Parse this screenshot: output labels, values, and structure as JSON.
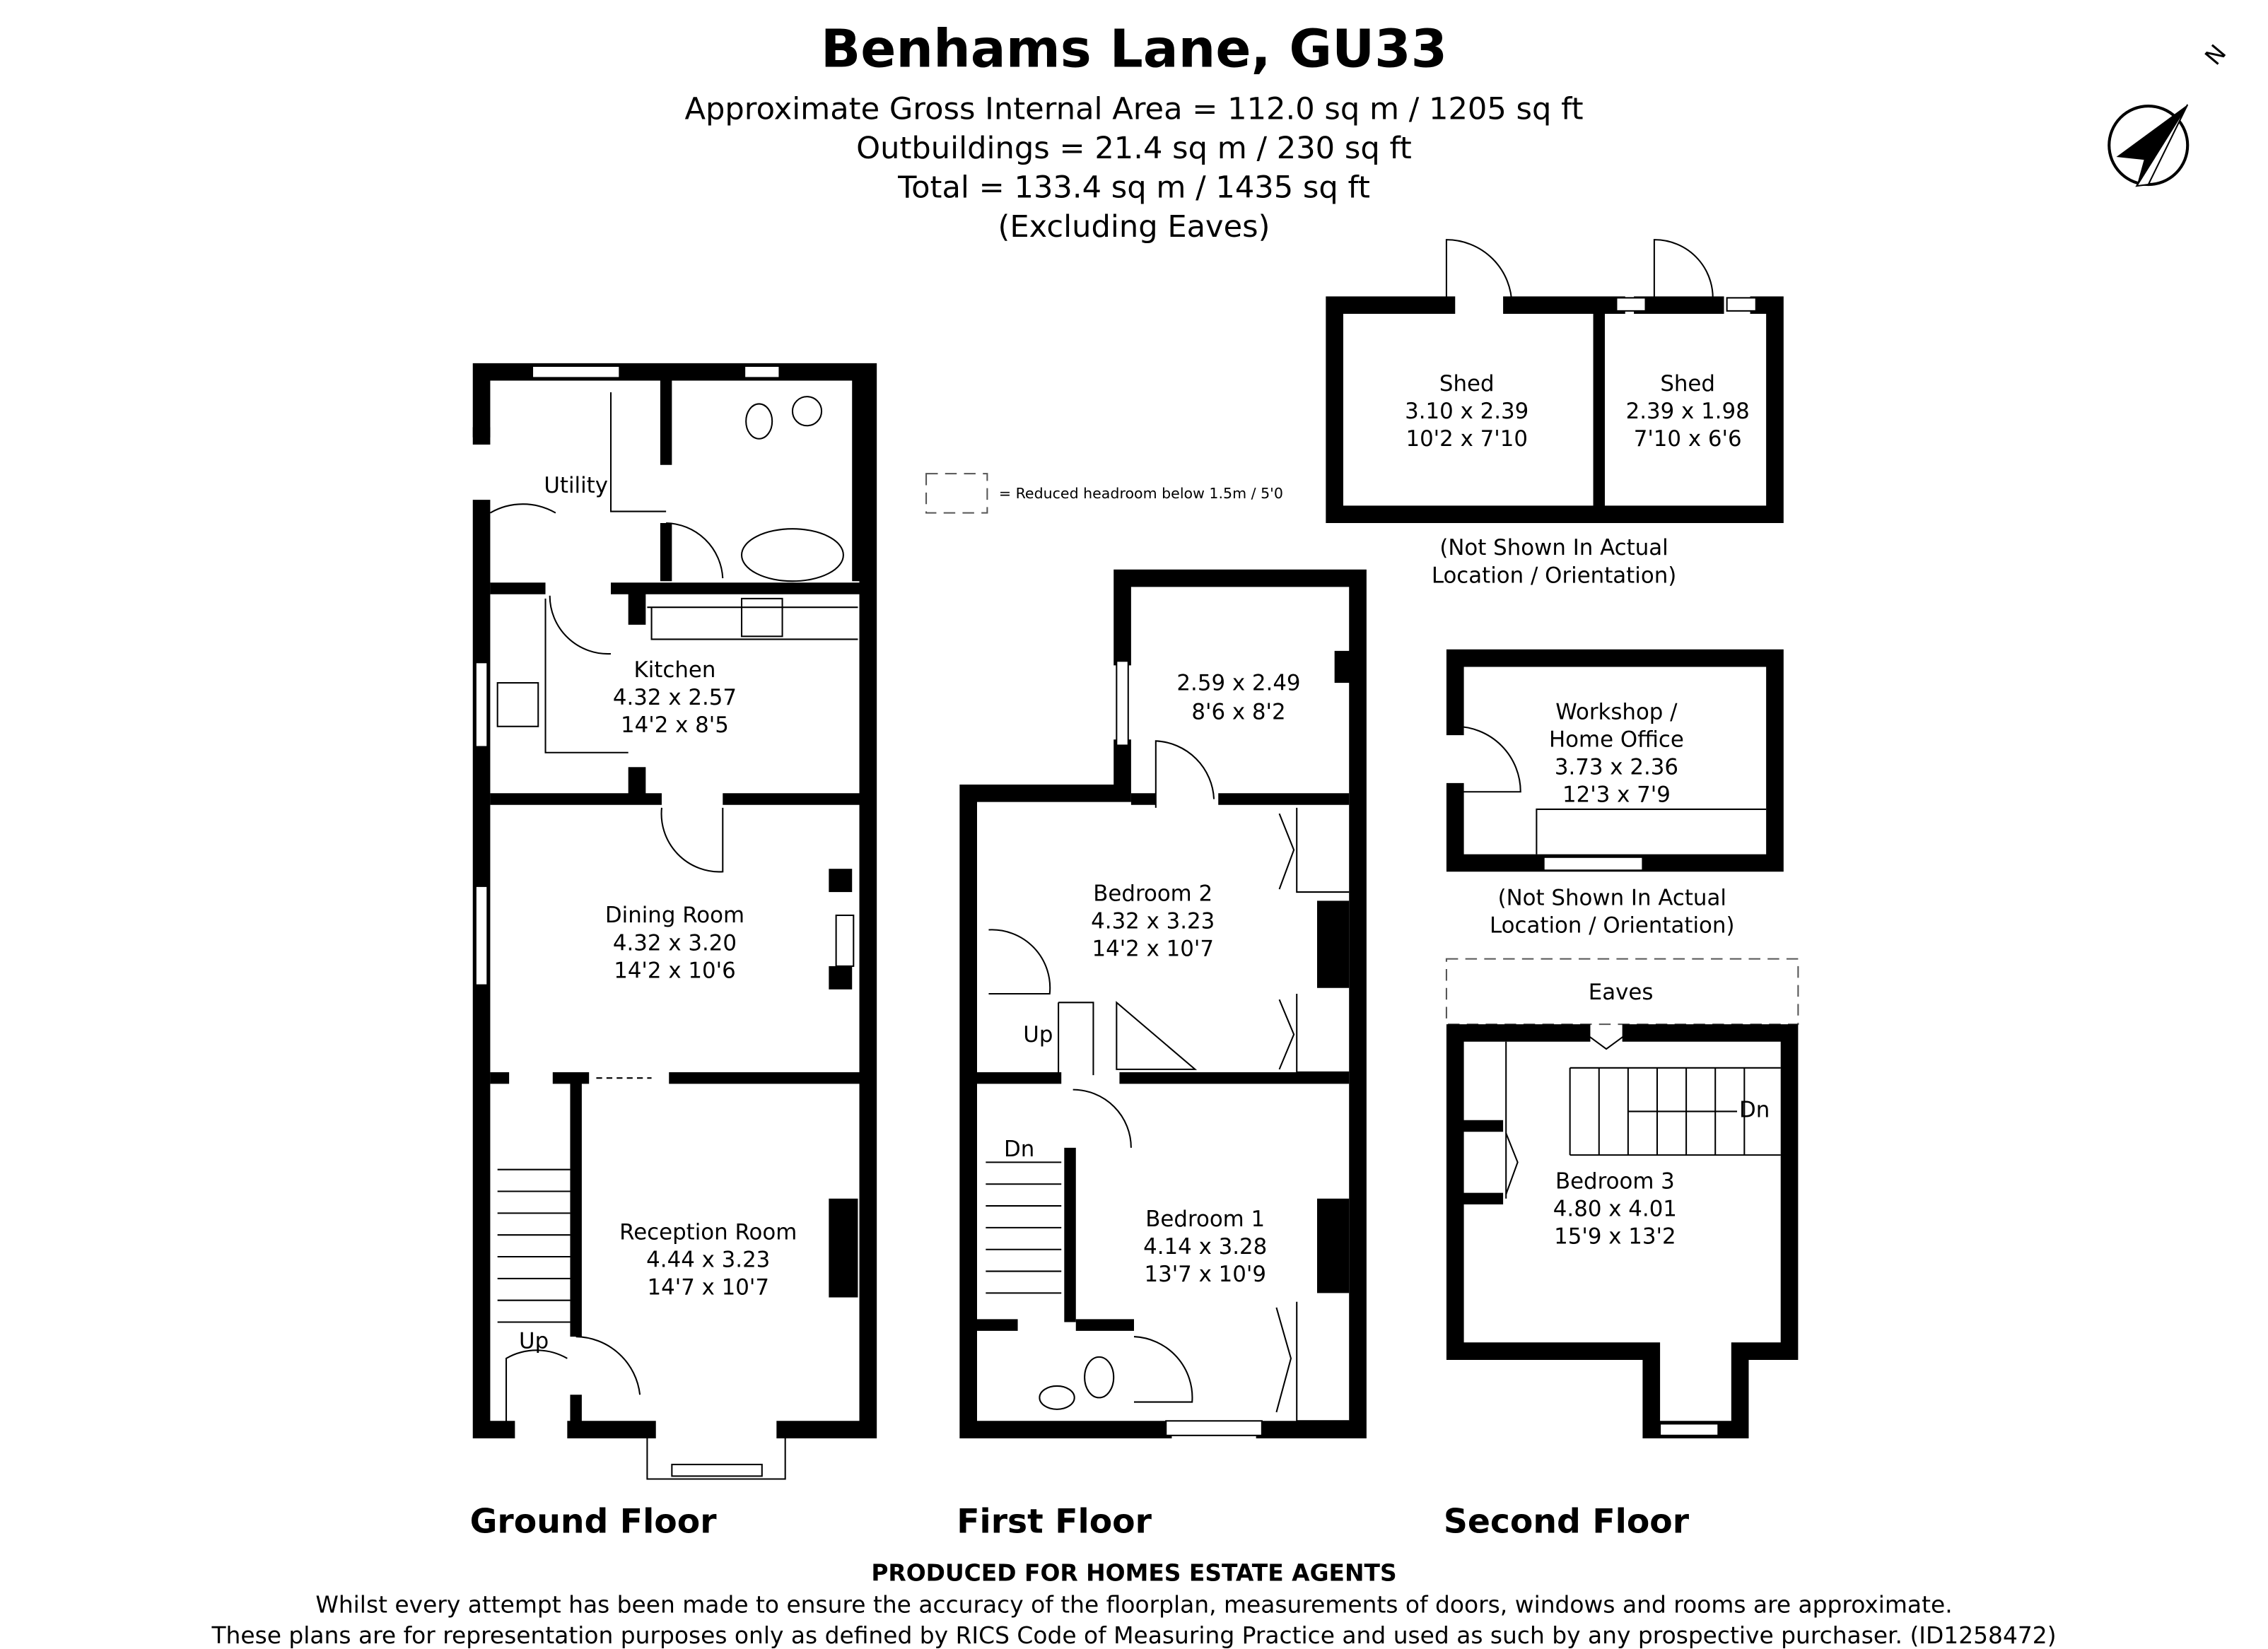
{
  "header": {
    "title": "Benhams Lane, GU33",
    "lines": [
      "Approximate Gross Internal Area = 112.0 sq m / 1205 sq ft",
      "Outbuildings = 21.4 sq m / 230 sq ft",
      "Total = 133.4 sq m / 1435 sq ft",
      "(Excluding Eaves)"
    ]
  },
  "compass": {
    "icon": "north-arrow-icon",
    "label": "N"
  },
  "legend": {
    "text": "= Reduced headroom below 1.5m / 5'0"
  },
  "ground_floor": {
    "label": "Ground Floor",
    "utility": "Utility",
    "kitchen": {
      "name": "Kitchen",
      "metric": "4.32 x 2.57",
      "imperial": "14'2 x 8'5"
    },
    "dining": {
      "name": "Dining Room",
      "metric": "4.32 x 3.20",
      "imperial": "14'2 x 10'6"
    },
    "reception": {
      "name": "Reception Room",
      "metric": "4.44 x 3.23",
      "imperial": "14'7 x 10'7"
    },
    "stairs": "Up"
  },
  "first_floor": {
    "label": "First Floor",
    "room": {
      "metric": "2.59 x 2.49",
      "imperial": "8'6 x 8'2"
    },
    "bedroom2": {
      "name": "Bedroom 2",
      "metric": "4.32 x 3.23",
      "imperial": "14'2 x 10'7"
    },
    "bedroom1": {
      "name": "Bedroom 1",
      "metric": "4.14 x 3.28",
      "imperial": "13'7 x 10'9"
    },
    "up": "Up",
    "dn": "Dn"
  },
  "second_floor": {
    "label": "Second Floor",
    "eaves": "Eaves",
    "dn": "Dn",
    "bedroom3": {
      "name": "Bedroom 3",
      "metric": "4.80 x 4.01",
      "imperial": "15'9 x 13'2"
    }
  },
  "outbuildings": {
    "shed1": {
      "name": "Shed",
      "metric": "3.10 x 2.39",
      "imperial": "10'2 x 7'10"
    },
    "shed2": {
      "name": "Shed",
      "metric": "2.39 x 1.98",
      "imperial": "7'10 x 6'6"
    },
    "note1": [
      "(Not Shown In Actual",
      "Location / Orientation)"
    ],
    "workshop": {
      "name1": "Workshop /",
      "name2": "Home Office",
      "metric": "3.73 x 2.36",
      "imperial": "12'3 x 7'9"
    },
    "note2": [
      "(Not Shown In Actual",
      "Location / Orientation)"
    ]
  },
  "footer": {
    "produced": "PRODUCED FOR HOMES ESTATE AGENTS",
    "line1": "Whilst every attempt has been made to ensure the accuracy of the floorplan, measurements of doors, windows and rooms are approximate.",
    "line2": "These plans are for representation purposes only as defined by RICS Code of Measuring Practice and used as such by any prospective purchaser. (ID1258472)"
  }
}
